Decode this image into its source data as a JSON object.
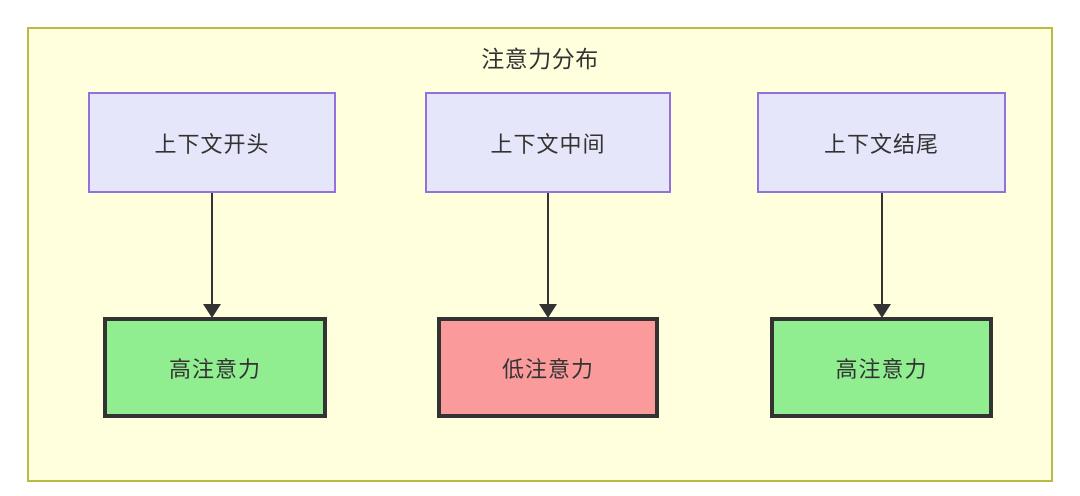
{
  "diagram": {
    "title": "注意力分布",
    "container": {
      "fill": "#ffffdd",
      "stroke": "#bbbb44"
    },
    "context_nodes": [
      {
        "id": "context-start",
        "label": "上下文开头",
        "fill": "#e6e6fa",
        "stroke": "#9370db"
      },
      {
        "id": "context-middle",
        "label": "上下文中间",
        "fill": "#e6e6fa",
        "stroke": "#9370db"
      },
      {
        "id": "context-end",
        "label": "上下文结尾",
        "fill": "#e6e6fa",
        "stroke": "#9370db"
      }
    ],
    "attention_nodes": [
      {
        "id": "attention-high-start",
        "label": "高注意力",
        "fill": "#90ee90",
        "stroke": "#333333"
      },
      {
        "id": "attention-low-middle",
        "label": "低注意力",
        "fill": "#fa9a9a",
        "stroke": "#333333"
      },
      {
        "id": "attention-high-end",
        "label": "高注意力",
        "fill": "#90ee90",
        "stroke": "#333333"
      }
    ],
    "edges": [
      {
        "from": "context-start",
        "to": "attention-high-start",
        "label": "",
        "arrow": "down-arrow-icon"
      },
      {
        "from": "context-middle",
        "to": "attention-low-middle",
        "label": "",
        "arrow": "down-arrow-icon"
      },
      {
        "from": "context-end",
        "to": "attention-high-end",
        "label": "",
        "arrow": "down-arrow-icon"
      }
    ]
  }
}
